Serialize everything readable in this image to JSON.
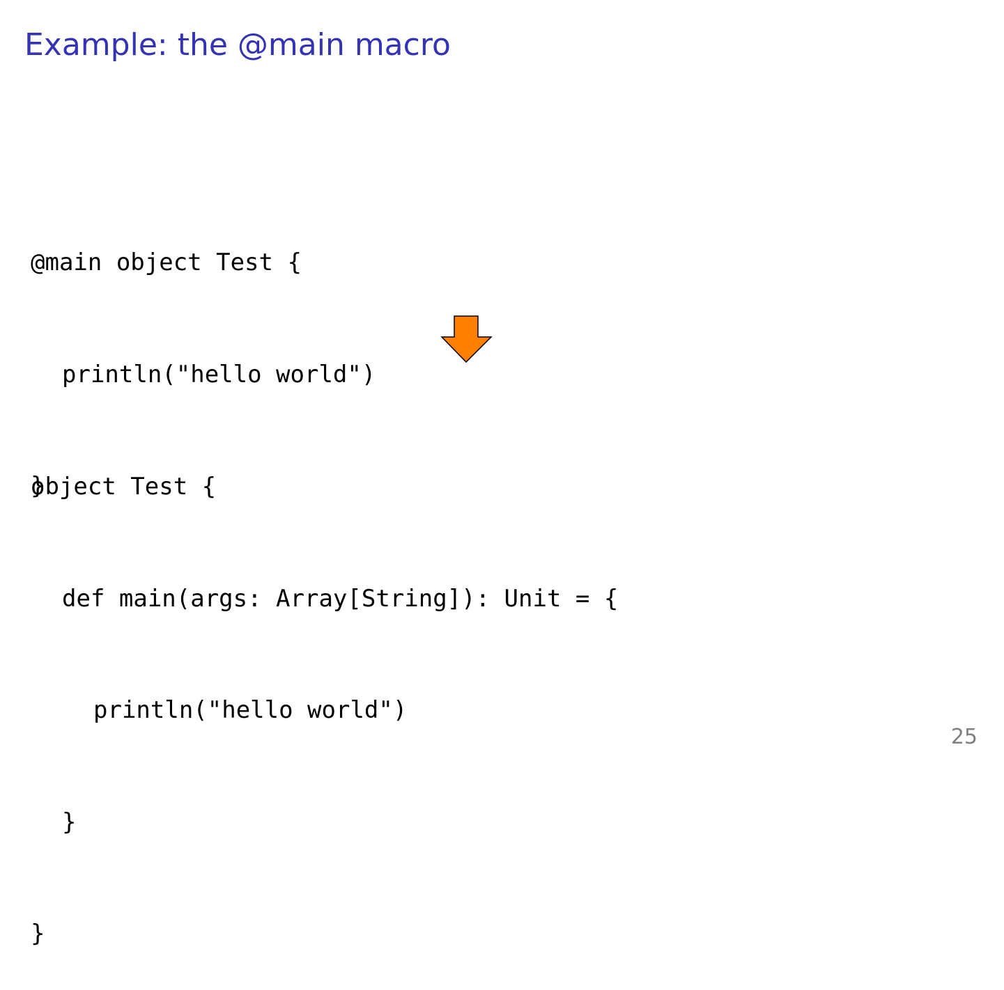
{
  "slide": {
    "title": "Example: the @main macro",
    "page_number": "25"
  },
  "code_before": {
    "lines": [
      "@main object Test {",
      "println(\"hello world\")",
      "}"
    ]
  },
  "code_after": {
    "lines": [
      "object Test {",
      "def main(args: Array[String]): Unit = {",
      "println(\"hello world\")",
      "}",
      "}"
    ]
  },
  "arrow": {
    "icon": "down-arrow-icon",
    "fill": "#ff8000",
    "stroke": "#000000"
  },
  "colors": {
    "title": "#3333b3",
    "code": "#000000",
    "page_number": "#808080"
  }
}
